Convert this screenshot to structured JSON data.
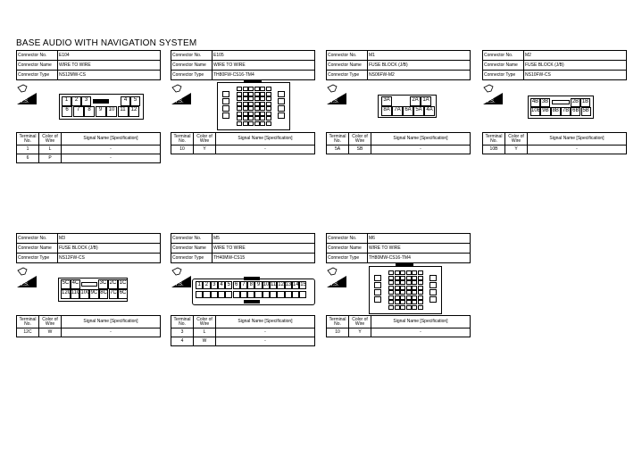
{
  "page_title": "BASE AUDIO WITH NAVIGATION SYSTEM",
  "labels": {
    "connector_no": "Connector No.",
    "connector_name": "Connector Name",
    "connector_type": "Connector Type",
    "terminal_no": "Terminal No.",
    "color_of_wire": "Color of Wire",
    "signal_name": "Signal Name [Specification]",
    "hs": "H.S."
  },
  "connectors": [
    {
      "no": "E104",
      "name": "WIRE TO WIRE",
      "type": "NS12MW-CS",
      "pins": [
        "1",
        "2",
        "3",
        "4",
        "5",
        "6",
        "7",
        "8",
        "9",
        "10",
        "11",
        "12"
      ],
      "rows": [
        {
          "t": "1",
          "c": "L",
          "s": "-"
        },
        {
          "t": "6",
          "c": "P",
          "s": "-"
        }
      ]
    },
    {
      "no": "E105",
      "name": "WIRE TO WIRE",
      "type": "TH80FW-CS16-TM4",
      "pins": [],
      "rows": [
        {
          "t": "10",
          "c": "Y",
          "s": "-"
        }
      ]
    },
    {
      "no": "M1",
      "name": "FUSE BLOCK (J/B)",
      "type": "NS06FW-M2",
      "pins": [
        "3A",
        "2A",
        "1A",
        "8A",
        "7A",
        "6A",
        "5A",
        "4A"
      ],
      "rows": [
        {
          "t": "5A",
          "c": "SB",
          "s": "-"
        }
      ]
    },
    {
      "no": "M2",
      "name": "FUSE BLOCK (J/B)",
      "type": "NS10FW-CS",
      "pins": [
        "4B",
        "3B",
        "2B",
        "1B",
        "10B",
        "9B",
        "8B",
        "7B",
        "6B",
        "5B"
      ],
      "rows": [
        {
          "t": "10B",
          "c": "Y",
          "s": "-"
        }
      ]
    },
    {
      "no": "M3",
      "name": "FUSE BLOCK (J/B)",
      "type": "NS12FW-CS",
      "pins": [
        "5C",
        "4C",
        "3C",
        "2C",
        "1C",
        "12C",
        "11C",
        "10C",
        "9C",
        "8C",
        "7C",
        "6C"
      ],
      "rows": [
        {
          "t": "12C",
          "c": "W",
          "s": "-"
        }
      ]
    },
    {
      "no": "M5",
      "name": "WIRE TO WIRE",
      "type": "TH40MW-CS15",
      "pins": [
        "1",
        "2",
        "3",
        "4",
        "5",
        "6",
        "7",
        "8",
        "9",
        "10",
        "11",
        "12",
        "13",
        "14",
        "15"
      ],
      "rows": [
        {
          "t": "3",
          "c": "L",
          "s": "-"
        },
        {
          "t": "4",
          "c": "W",
          "s": "-"
        }
      ]
    },
    {
      "no": "M6",
      "name": "WIRE TO WIRE",
      "type": "TH80MW-CS16-TM4",
      "pins": [],
      "rows": [
        {
          "t": "10",
          "c": "Y",
          "s": "-"
        }
      ]
    }
  ]
}
